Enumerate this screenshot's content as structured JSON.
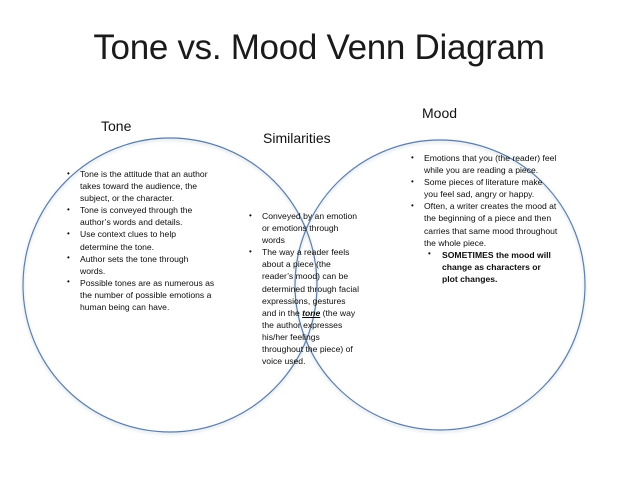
{
  "slide": {
    "title": "Tone vs. Mood Venn Diagram",
    "background_color": "#ffffff",
    "circle_stroke_color": "#5b7ca6",
    "text_color": "#0d0d0d"
  },
  "labels": {
    "left": "Tone",
    "right": "Mood",
    "center": "Similarities"
  },
  "tone": {
    "bullets": [
      "Tone is the attitude that an author takes toward the audience, the subject, or the character.",
      " Tone is conveyed through the author’s words and details.",
      "Use context clues to help determine the tone.",
      "Author sets the tone through words.",
      "Possible tones are as numerous as the number of possible emotions a human being can have."
    ]
  },
  "similarities": {
    "bullets": [
      "Conveyed by an emotion or emotions through words",
      "The way a reader feels about a piece (the reader’s mood) can be determined through facial expressions, gestures and in the "
    ],
    "keyword": "tone",
    "bullet2_tail": " (the way the author expresses his/her feelings throughout the piece) of voice used."
  },
  "mood": {
    "bullets": [
      "Emotions that you (the reader) feel while you are reading a piece.",
      "Some pieces of literature make you feel sad, angry or happy.",
      "Often, a writer creates the mood at the beginning of a piece and then carries that same mood throughout the whole piece."
    ],
    "subbullets": [
      "SOMETIMES the mood will change as characters or plot changes."
    ]
  }
}
